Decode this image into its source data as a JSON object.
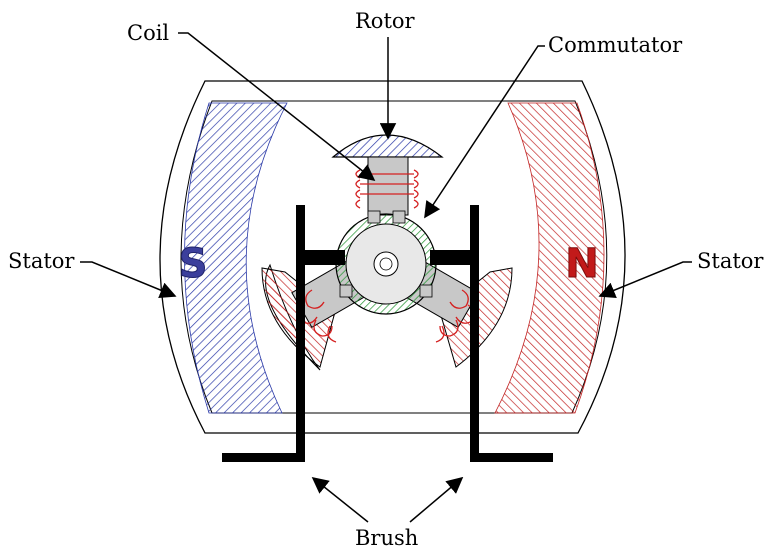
{
  "diagram": {
    "labels": {
      "coil": "Coil",
      "rotor": "Rotor",
      "commutator": "Commutator",
      "stator_left": "Stator",
      "stator_right": "Stator",
      "brush": "Brush"
    },
    "poles": {
      "south": "S",
      "north": "N"
    },
    "colors": {
      "south_pole": "#3b3f9c",
      "north_pole": "#c21a1a",
      "blue_hatch": "#2b3aa8",
      "red_hatch": "#c22424",
      "green_hatch": "#2e9a3c",
      "armature": "#c8c8c8",
      "coil_wire": "#d42020",
      "brush": "#000000"
    },
    "icons": [
      "stator-magnet-south",
      "stator-magnet-north",
      "rotor-armature",
      "commutator-ring",
      "brush-bar"
    ]
  }
}
